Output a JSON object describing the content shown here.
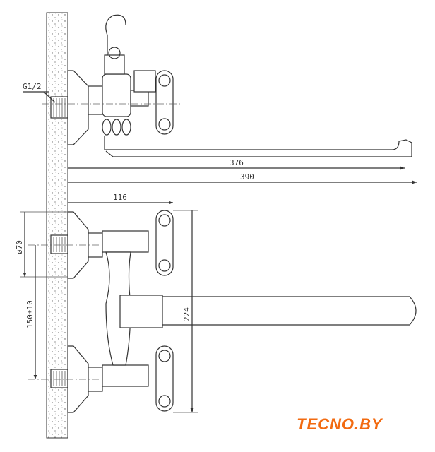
{
  "title": "Wall-mounted bath mixer with long spout — technical drawing",
  "labels": {
    "thread": "G1/2",
    "spout_reach_1": "376",
    "spout_reach_2": "390",
    "body_depth": "116",
    "flange_diameter": "ø70",
    "center_distance": "150±10",
    "height": "224"
  },
  "logo": "TECNO.BY",
  "colors": {
    "logo": "#f26a10",
    "line": "#333333"
  }
}
